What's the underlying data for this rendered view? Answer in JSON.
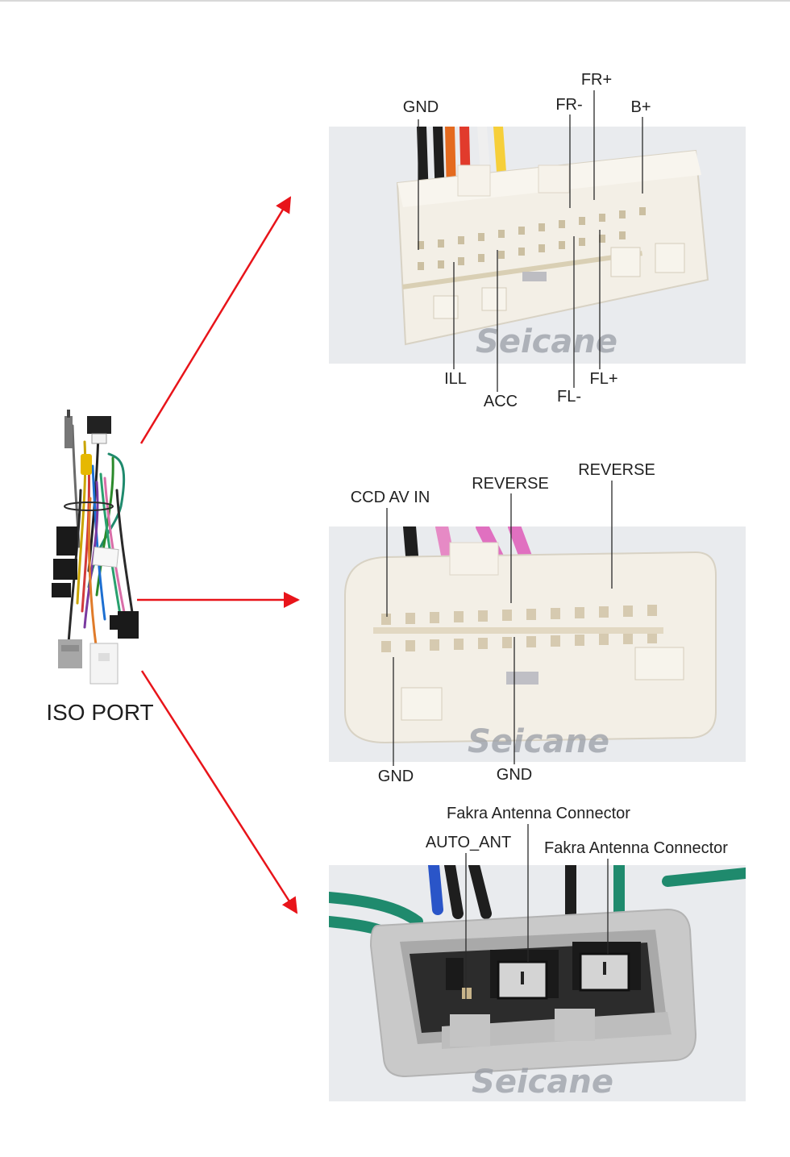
{
  "iso_port": {
    "label": "ISO PORT"
  },
  "brand": {
    "watermark": "Seicane"
  },
  "connectors": [
    {
      "id": "connector-1",
      "top_labels": [
        "GND",
        "FR-",
        "FR+",
        "B+"
      ],
      "bottom_labels": [
        "ILL",
        "ACC",
        "FL-",
        "FL+"
      ]
    },
    {
      "id": "connector-2",
      "top_labels": [
        "CCD AV IN",
        "REVERSE",
        "REVERSE"
      ],
      "bottom_labels": [
        "GND",
        "GND"
      ]
    },
    {
      "id": "connector-3",
      "top_labels": [
        "Fakra Antenna Connector",
        "AUTO_ANT",
        "Fakra Antenna Connector"
      ],
      "bottom_labels": []
    }
  ],
  "colors": {
    "arrow": "#e8141a",
    "connector_body": "#f3efe6",
    "antenna_body": "#c9c9c9",
    "photo_bg": "#e9ebee"
  }
}
